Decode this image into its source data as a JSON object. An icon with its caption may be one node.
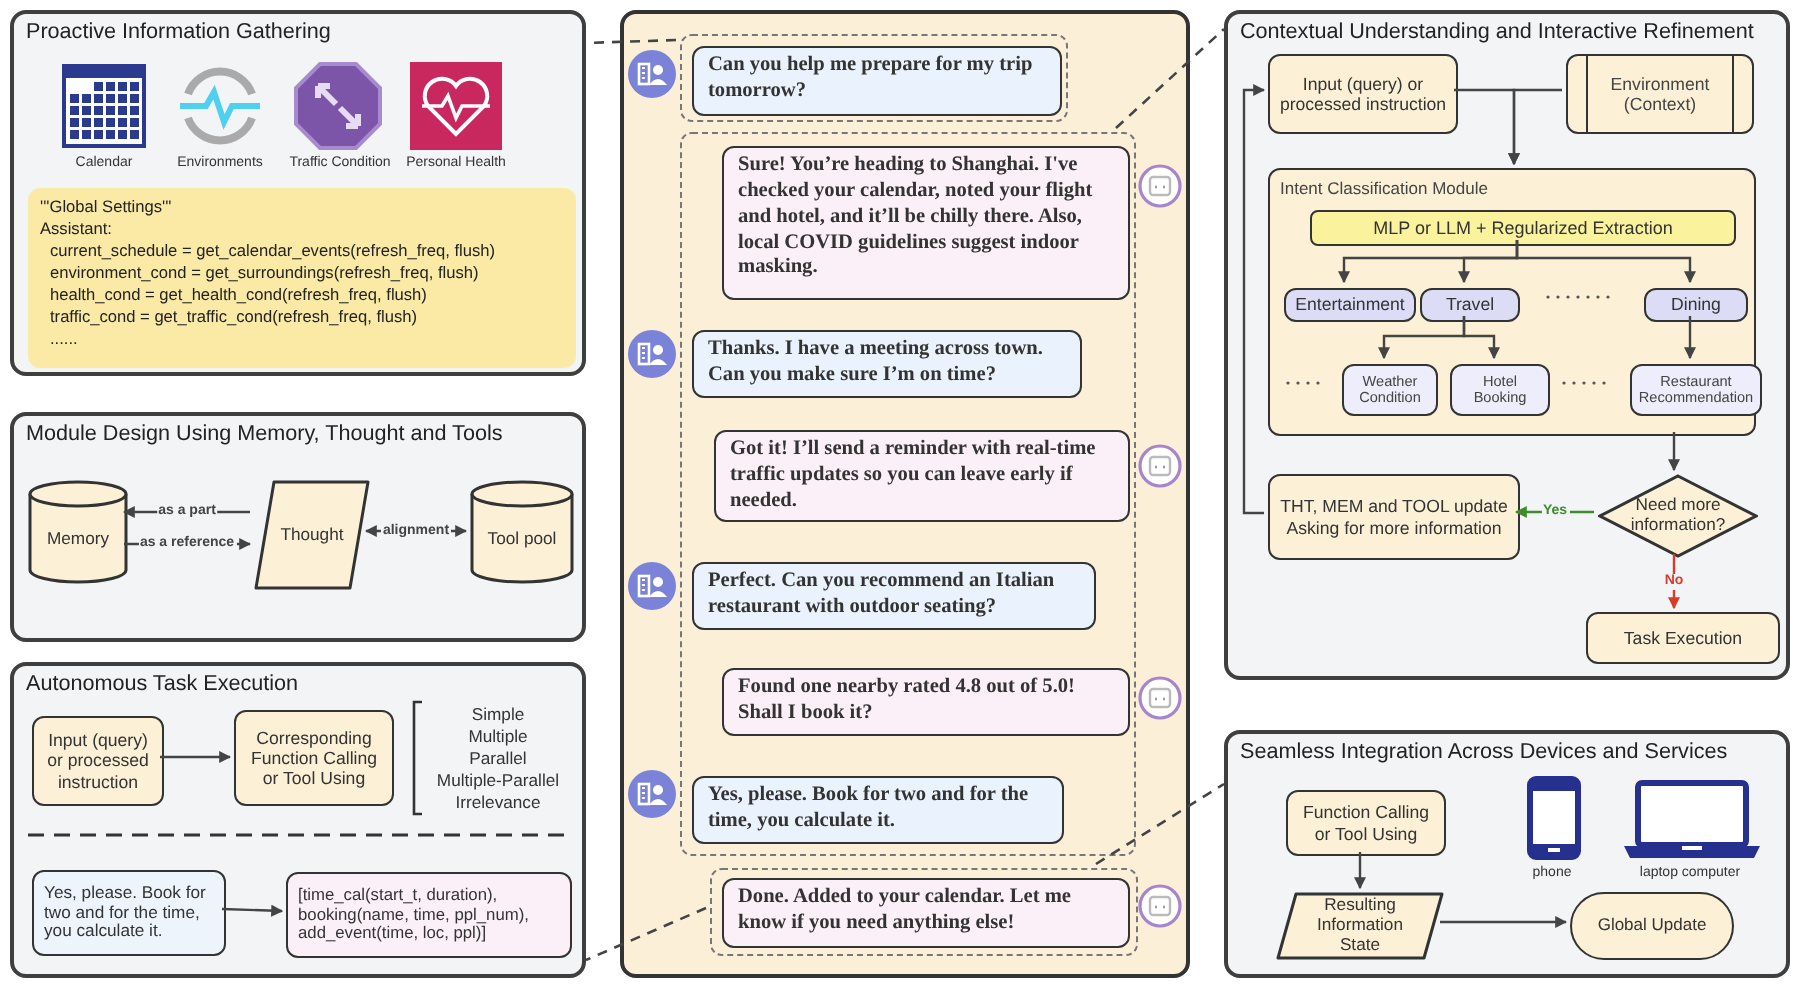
{
  "diagram": {
    "nodes": [
      {
        "text": [
          "Proactive Information Gathering"
        ]
      },
      {
        "text": [
          "'''Global Settings'''",
          "Assistant:",
          "current_schedule = get_calendar_events(refresh_freq, flush)",
          "environment_cond = get_surroundings(refresh_freq, flush)",
          "health_cond = get_health_cond(refresh_freq, flush)",
          "traffic_cond = get_traffic_cond(refresh_freq, flush)",
          "......"
        ],
        "in": 0
      },
      {
        "text": [
          "Module Design Using Memory, Thought and Tools"
        ]
      },
      {
        "text": [
          "Memory"
        ],
        "in": 2
      },
      {
        "text": [
          "Thought"
        ],
        "in": 2
      },
      {
        "text": [
          "Tool pool"
        ],
        "in": 2
      },
      {
        "text": [
          "Autonomous Task Execution"
        ]
      },
      {
        "text": [
          "Input (query) or processed instruction"
        ],
        "in": 6
      },
      {
        "text": [
          "Corresponding Function Calling or Tool Using"
        ],
        "in": 6
      },
      {
        "text": [
          "Yes, please. Book for two and for the time, you calculate it."
        ],
        "in": 6
      },
      {
        "text": [
          "[time_cal(start_t, duration), booking(name, time, ppl_num), add_event(time, loc, ppl)]"
        ],
        "in": 6
      },
      {
        "text": [],
        "shape": "box"
      },
      {
        "text": [],
        "shape": "box",
        "in": 11
      },
      {
        "text": [
          "Can you help me prepare for my trip tomorrow?"
        ],
        "in": 12
      },
      {
        "text": [],
        "shape": "box",
        "in": 11
      },
      {
        "text": [
          "Sure! You’re heading to Shanghai. I've checked your calendar, noted your flight and hotel, and it’ll be chilly there. Also, local COVID guidelines suggest indoor masking."
        ],
        "in": 14
      },
      {
        "text": [
          "Thanks. I have a meeting across town. Can you make sure I’m on time?"
        ],
        "in": 14
      },
      {
        "text": [
          "Got it! I’ll send a reminder with real-time traffic updates so you can leave early if needed."
        ],
        "in": 14
      },
      {
        "text": [
          "Perfect. Can you recommend an Italian restaurant with outdoor seating?"
        ],
        "in": 14
      },
      {
        "text": [
          "Found one nearby rated 4.8 out of 5.0! Shall I book it?"
        ],
        "in": 14
      },
      {
        "text": [
          "Yes, please. Book for two and for the time, you calculate it."
        ],
        "in": 14
      },
      {
        "text": [],
        "shape": "box",
        "in": 11
      },
      {
        "text": [
          "Done. Added to your calendar. Let me know if you need anything else!"
        ],
        "in": 21
      },
      {
        "text": [
          "Contextual Understanding and Interactive Refinement"
        ]
      },
      {
        "text": [
          "Input (query) or processed instruction"
        ],
        "in": 23
      },
      {
        "text": [
          "Environment (Context)"
        ],
        "in": 23
      },
      {
        "text": [
          "Intent Classification Module"
        ],
        "in": 23
      },
      {
        "text": [
          "MLP or LLM + Regularized Extraction"
        ],
        "in": 26
      },
      {
        "text": [
          "Entertainment"
        ],
        "in": 26
      },
      {
        "text": [
          "Travel"
        ],
        "in": 26
      },
      {
        "text": [
          "Dining"
        ],
        "in": 26
      },
      {
        "text": [
          "Weather Condition"
        ],
        "in": 26
      },
      {
        "text": [
          "Hotel Booking"
        ],
        "in": 26
      },
      {
        "text": [
          "Restaurant Recommendation"
        ],
        "in": 26
      },
      {
        "text": [
          "THT, MEM and TOOL update Asking for more information"
        ],
        "in": 23
      },
      {
        "text": [
          "Need more information?"
        ],
        "in": 23
      },
      {
        "text": [
          "Task Execution"
        ],
        "in": 23
      },
      {
        "text": [
          "Seamless Integration Across Devices and Services"
        ]
      },
      {
        "text": [
          "Function Calling or Tool Using"
        ],
        "in": 37
      },
      {
        "text": [
          "Resulting Information State"
        ],
        "in": 37
      },
      {
        "text": [
          "Global Update"
        ],
        "in": 37
      }
    ],
    "edges": [
      {
        "from": 12,
        "to": 0,
        "arrow": "none",
        "style": "dashed"
      },
      {
        "from": 14,
        "to": 23,
        "arrow": "none",
        "style": "dashed"
      },
      {
        "from": 21,
        "to": 6,
        "arrow": "none",
        "style": "dashed"
      },
      {
        "from": 21,
        "to": 37,
        "arrow": "none",
        "style": "dashed"
      },
      {
        "from": 4,
        "to": 3,
        "arrow": "to",
        "label": "as a part"
      },
      {
        "from": 3,
        "to": 4,
        "arrow": "to",
        "label": "as a reference"
      },
      {
        "from": 4,
        "to": 5,
        "arrow": "both",
        "label": "alignment"
      },
      {
        "from": 7,
        "to": 8,
        "arrow": "to"
      },
      {
        "from": 9,
        "to": 10,
        "arrow": "to"
      },
      {
        "from": 24,
        "to": 26,
        "arrow": "to"
      },
      {
        "from": 25,
        "to": 26,
        "arrow": "to"
      },
      {
        "from": 27,
        "to": 28,
        "arrow": "to"
      },
      {
        "from": 27,
        "to": 29,
        "arrow": "to"
      },
      {
        "from": 27,
        "to": 30,
        "arrow": "to"
      },
      {
        "from": 29,
        "to": 31,
        "arrow": "to"
      },
      {
        "from": 29,
        "to": 32,
        "arrow": "to"
      },
      {
        "from": 30,
        "to": 33,
        "arrow": "to"
      },
      {
        "from": 26,
        "to": 35,
        "arrow": "to"
      },
      {
        "from": 35,
        "to": 34,
        "arrow": "to",
        "label": "Yes",
        "color": "#3d8b2a"
      },
      {
        "from": 35,
        "to": 36,
        "arrow": "to",
        "label": "No",
        "color": "#d93b2b"
      },
      {
        "from": 34,
        "to": 24,
        "arrow": "to"
      },
      {
        "from": 38,
        "to": 39,
        "arrow": "to"
      },
      {
        "from": 39,
        "to": 40,
        "arrow": "to"
      }
    ],
    "labels": [
      "Calendar",
      "Environments",
      "Traffic Condition",
      "Personal Health",
      "Simple",
      "Multiple",
      "Parallel",
      "Multiple-Parallel",
      "Irrelevance",
      "phone",
      "laptop computer"
    ]
  }
}
